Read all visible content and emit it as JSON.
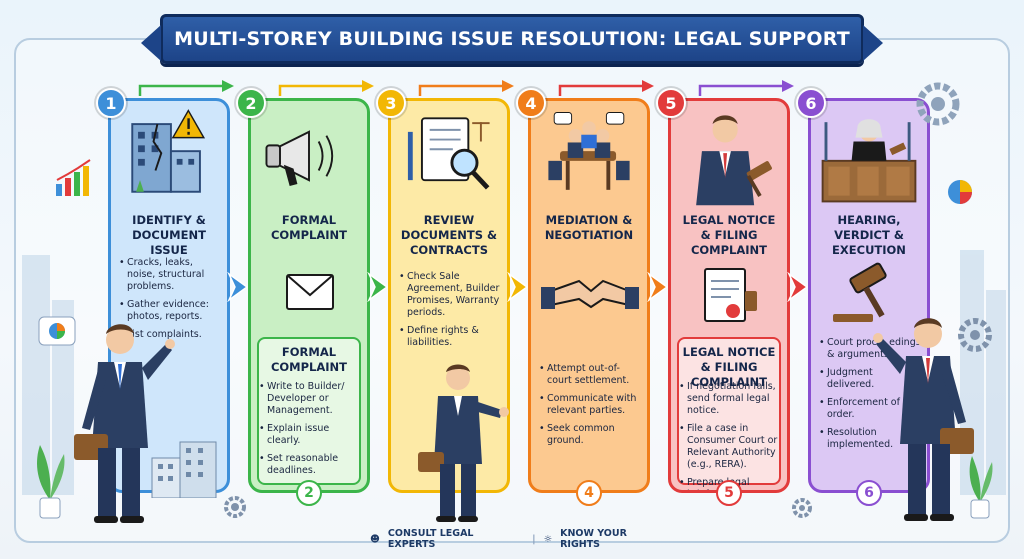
{
  "title": "MULTI-STOREY BUILDING ISSUE RESOLUTION: LEGAL SUPPORT",
  "steps": [
    {
      "number": "1",
      "heading": "IDENTIFY & DOCUMENT ISSUE",
      "bullets": [
        "Cracks, leaks, noise, structural problems.",
        "Gather evidence: photos, reports.",
        "List complaints."
      ],
      "color": "#3d8fd9",
      "bg": "#cfe6fb",
      "icon": "cracked-building-icon"
    },
    {
      "number": "2",
      "heading": "FORMAL COMPLAINT",
      "sub_heading": "FORMAL COMPLAINT",
      "bullets": [
        "Write to Builder/ Developer or Management.",
        "Explain issue clearly.",
        "Set reasonable deadlines."
      ],
      "bottom_number": "2",
      "color": "#3cb54a",
      "bg": "#c9efc4",
      "icon": "megaphone-icon"
    },
    {
      "number": "3",
      "heading": "REVIEW DOCUMENTS & CONTRACTS",
      "bullets": [
        "Check Sale Agreement, Builder Promises, Warranty periods.",
        "Define rights & liabilities."
      ],
      "color": "#f2b705",
      "bg": "#fdeaa6",
      "icon": "document-magnifier-icon"
    },
    {
      "number": "4",
      "heading": "MEDIATION & NEGOTIATION",
      "bullets": [
        "Attempt out-of-court settlement.",
        "Communicate with relevant parties.",
        "Seek common ground."
      ],
      "bottom_number": "4",
      "color": "#f07d1a",
      "bg": "#fcc990",
      "icon": "handshake-icon"
    },
    {
      "number": "5",
      "heading": "LEGAL NOTICE & FILING COMPLAINT",
      "sub_heading": "LEGAL NOTICE & FILING COMPLAINT",
      "bullets": [
        "If negotiation fails, send formal legal notice.",
        "File a case in Consumer Court or Relevant Authority (e.g., RERA).",
        "Prepare legal briefs."
      ],
      "bottom_number": "5",
      "color": "#e23b3b",
      "bg": "#f8c2c2",
      "icon": "gavel-lawyer-icon"
    },
    {
      "number": "6",
      "heading": "HEARING, VERDICT & EXECUTION",
      "bullets": [
        "Court proce- edings & arguments.",
        "Judgment delivered.",
        "Enforcement of the order.",
        "Resolution implemented."
      ],
      "bottom_number": "6",
      "color": "#8a4fd1",
      "bg": "#dcc8f4",
      "icon": "judge-courtroom-icon"
    }
  ],
  "footer": {
    "left": "CONSULT LEGAL EXPERTS",
    "separator": "|",
    "right": "KNOW YOUR RIGHTS"
  }
}
